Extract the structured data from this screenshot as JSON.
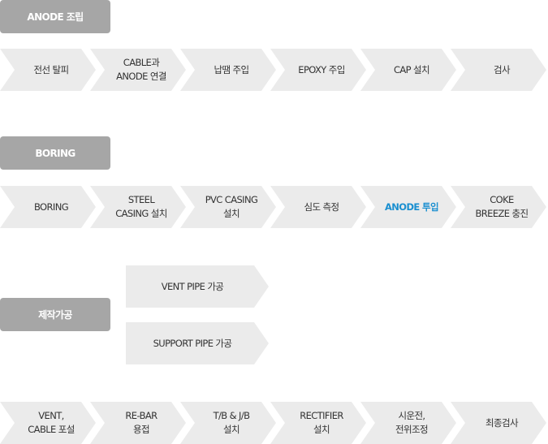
{
  "sections": [
    {
      "label": "ANODE 조립",
      "steps": [
        {
          "l1": "전선 탈피",
          "l2": ""
        },
        {
          "l1": "CABLE과",
          "l2": "ANODE 연결"
        },
        {
          "l1": "납땜 주입",
          "l2": ""
        },
        {
          "l1": "EPOXY 주입",
          "l2": ""
        },
        {
          "l1": "CAP 설치",
          "l2": ""
        },
        {
          "l1": "검사",
          "l2": ""
        }
      ]
    },
    {
      "label": "BORING",
      "steps": [
        {
          "l1": "BORING",
          "l2": ""
        },
        {
          "l1": "STEEL",
          "l2": "CASING 설치"
        },
        {
          "l1": "PVC CASING",
          "l2": "설치"
        },
        {
          "l1": "심도 측정",
          "l2": ""
        },
        {
          "l1": "ANODE 투입",
          "l2": ""
        },
        {
          "l1": "COKE",
          "l2": "BREEZE 충진"
        }
      ]
    },
    {
      "label": "제작가공",
      "steps": [
        {
          "l1": "VENT PIPE 가공"
        },
        {
          "l1": "SUPPORT PIPE 가공"
        }
      ]
    },
    {
      "label": "",
      "steps": [
        {
          "l1": "VENT,",
          "l2": "CABLE 포설"
        },
        {
          "l1": "RE-BAR",
          "l2": "용접"
        },
        {
          "l1": "T/B & J/B",
          "l2": "설치"
        },
        {
          "l1": "RECTIFIER",
          "l2": "설치"
        },
        {
          "l1": "시운전,",
          "l2": "전위조정"
        },
        {
          "l1": "최종검사",
          "l2": ""
        }
      ]
    }
  ],
  "highlight_color": "#1a8fd0"
}
